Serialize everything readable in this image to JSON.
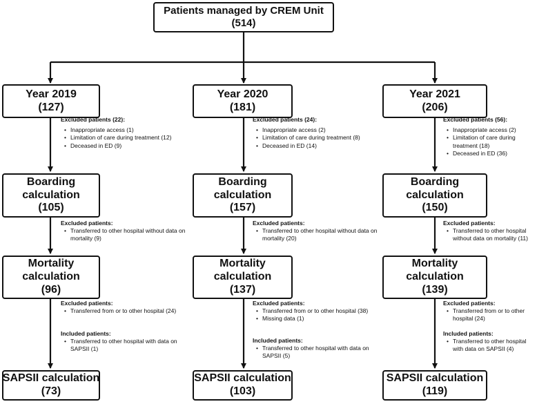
{
  "top": {
    "title": "Patients managed by CREM Unit",
    "count": "(514)"
  },
  "columns": [
    {
      "year": {
        "title": "Year 2019",
        "count": "(127)"
      },
      "excluded1": {
        "heading": "Excluded patients (22):",
        "items": [
          "Inappropriate access (1)",
          "Limitation of care during treatment (12)",
          "Deceased in ED (9)"
        ]
      },
      "boarding": {
        "line1": "Boarding",
        "line2": "calculation",
        "count": "(105)"
      },
      "excluded2": {
        "heading": "Excluded patients:",
        "items": [
          "Transferred to other hospital without data on mortality (9)"
        ]
      },
      "mortality": {
        "line1": "Mortality",
        "line2": "calculation",
        "count": "(96)"
      },
      "excluded3": {
        "heading": "Excluded patients:",
        "items": [
          "Transferred from or to other hospital (24)"
        ]
      },
      "included": {
        "heading": "Included patients:",
        "items": [
          "Transferred to other hospital with data on SAPSII (1)"
        ]
      },
      "sapsii": {
        "title": "SAPSII calculation",
        "count": "(73)"
      }
    },
    {
      "year": {
        "title": "Year 2020",
        "count": "(181)"
      },
      "excluded1": {
        "heading": "Excluded patients (24):",
        "items": [
          "Inappropriate access (2)",
          "Limitation of care during treatment (8)",
          "Deceased in ED (14)"
        ]
      },
      "boarding": {
        "line1": "Boarding",
        "line2": "calculation",
        "count": "(157)"
      },
      "excluded2": {
        "heading": "Excluded patients:",
        "items": [
          "Transferred to other hospital without data on mortality (20)"
        ]
      },
      "mortality": {
        "line1": "Mortality",
        "line2": "calculation",
        "count": "(137)"
      },
      "excluded3": {
        "heading": "Excluded patients:",
        "items": [
          "Transferred from or to other hospital (38)",
          "Missing data (1)"
        ]
      },
      "included": {
        "heading": "Included patients:",
        "items": [
          "Transferred to other hospital with data on SAPSII (5)"
        ]
      },
      "sapsii": {
        "title": "SAPSII calculation",
        "count": "(103)"
      }
    },
    {
      "year": {
        "title": "Year 2021",
        "count": "(206)"
      },
      "excluded1": {
        "heading": "Excluded patients (56):",
        "items": [
          "Inappropriate access (2)",
          "Limitation of care during treatment (18)",
          "Deceased in ED (36)"
        ]
      },
      "boarding": {
        "line1": "Boarding",
        "line2": "calculation",
        "count": "(150)"
      },
      "excluded2": {
        "heading": "Excluded patients:",
        "items": [
          "Transferred to other hospital without data on mortality (11)"
        ]
      },
      "mortality": {
        "line1": "Mortality",
        "line2": "calculation",
        "count": "(139)"
      },
      "excluded3": {
        "heading": "Excluded patients:",
        "items": [
          "Transferred from or to other hospital (24)"
        ]
      },
      "included": {
        "heading": "Included patients:",
        "items": [
          "Transferred to other hospital with data on SAPSII (4)"
        ]
      },
      "sapsii": {
        "title": "SAPSII calculation",
        "count": "(119)"
      }
    }
  ]
}
